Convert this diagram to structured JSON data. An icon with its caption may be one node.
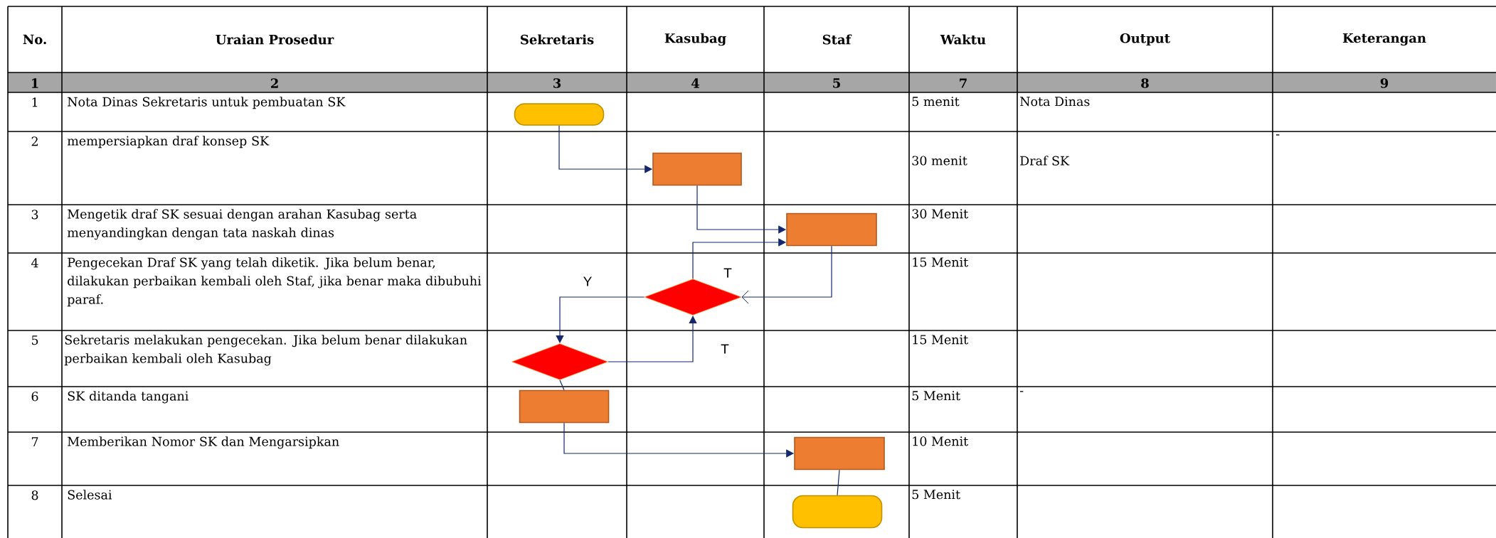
{
  "diagram": {
    "nodes": [
      {
        "text": [],
        "shape": "capsule"
      },
      {
        "text": [],
        "shape": "box"
      },
      {
        "text": [],
        "shape": "box"
      },
      {
        "text": [],
        "shape": "diamond"
      },
      {
        "text": [],
        "shape": "diamond"
      },
      {
        "text": [],
        "shape": "box"
      },
      {
        "text": [],
        "shape": "box"
      },
      {
        "text": [],
        "shape": "capsule"
      }
    ],
    "edges": [
      {
        "from": 0,
        "to": 1,
        "arrow": "to"
      },
      {
        "from": 1,
        "to": 2,
        "arrow": "to"
      },
      {
        "from": 3,
        "to": 2,
        "arrow": "to",
        "label": "T"
      },
      {
        "from": 2,
        "to": 3,
        "arrow": "to"
      },
      {
        "from": 3,
        "to": 4,
        "arrow": "to",
        "label": "Y"
      },
      {
        "from": 4,
        "to": 3,
        "arrow": "to",
        "label": "T"
      },
      {
        "from": 4,
        "to": 5,
        "arrow": "none"
      },
      {
        "from": 5,
        "to": 6,
        "arrow": "to"
      },
      {
        "from": 6,
        "to": 7,
        "arrow": "none"
      }
    ],
    "labels": [
      "No.",
      "Uraian Prosedur",
      "Sekretaris",
      "Kasubag",
      "Staf",
      "Waktu",
      "Output",
      "Keterangan",
      "1",
      "2",
      "3",
      "4",
      "5",
      "7",
      "8",
      "9",
      "1",
      "Nota Dinas Sekretaris untuk pembuatan SK",
      "5 menit",
      "Nota Dinas",
      "2",
      "mempersiapkan draf konsep SK",
      "30 menit",
      "Draf SK",
      "-",
      "3",
      "Mengetik draf SK sesuai dengan arahan Kasubag serta menyandingkan dengan tata naskah dinas",
      "30 Menit",
      "4",
      "Pengecekan Draf SK yang telah diketik. Jika belum benar, dilakukan perbaikan kembali oleh Staf, jika benar maka dibubuhi paraf.",
      "15 Menit",
      "5",
      "Sekretaris melakukan pengecekan. Jika belum benar dilakukan perbaikan kembali oleh Kasubag",
      "15 Menit",
      "6",
      "SK ditanda tangani",
      "5 Menit",
      "-",
      "7",
      "Memberikan Nomor SK dan Mengarsipkan",
      "10 Menit",
      "8",
      "Selesai",
      "5 Menit"
    ]
  }
}
